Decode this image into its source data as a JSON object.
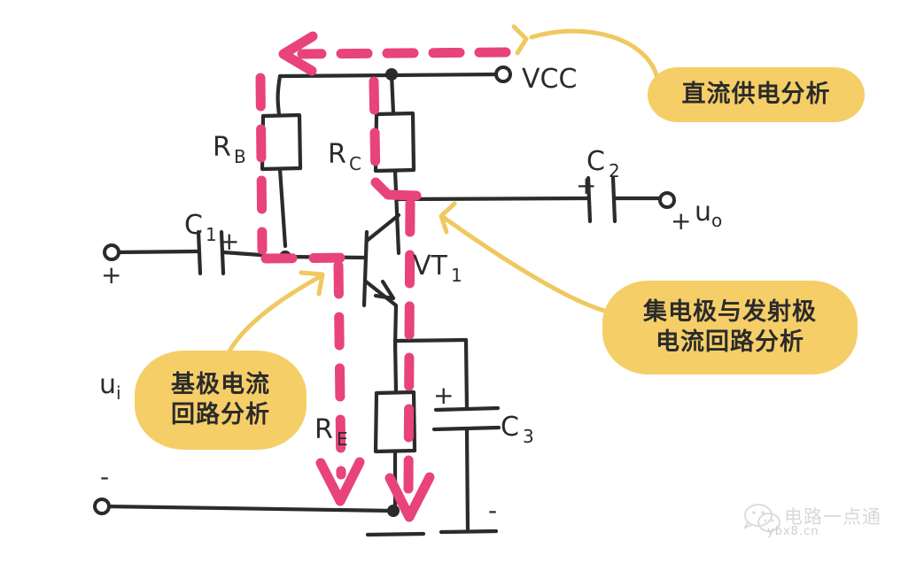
{
  "diagram": {
    "title": "Common-emitter transistor amplifier circuit with DC analysis annotations",
    "background_color": "#ffffff",
    "ink_color": "#2b2b2b",
    "highlight_pink": "#E8437A",
    "highlight_yellow": "#F0C860",
    "bubble_fill": "#F6CE68"
  },
  "components": {
    "rb_label": "R",
    "rb_sub": "B",
    "rc_label": "R",
    "rc_sub": "C",
    "re_label": "R",
    "re_sub": "E",
    "c1_label": "C",
    "c1_sub": "1",
    "c2_label": "C",
    "c2_sub": "2",
    "c3_label": "C",
    "c3_sub": "3",
    "transistor_label": "VT",
    "transistor_sub": "1",
    "vcc_label": "VCC",
    "uo_label": "u",
    "uo_sub": "o",
    "ui_label": "u",
    "ui_sub": "i"
  },
  "polarity": {
    "c1_input_plus": "+",
    "c1_right_plus": "+",
    "c2_left_plus": "+",
    "uo_plus": "+",
    "c3_plus": "+",
    "c3_minus": "-",
    "input_minus": "-"
  },
  "annotations": [
    {
      "id": "dc-supply",
      "text": "直流供电分析",
      "lines": [
        "直流供电分析"
      ],
      "meaning": "DC power supply analysis"
    },
    {
      "id": "collector-emitter",
      "text": "集电极与发射极电流回路分析",
      "lines": [
        "集电极与发射极",
        "电流回路分析"
      ],
      "meaning": "Collector and emitter current loop analysis"
    },
    {
      "id": "base-current",
      "text": "基极电流回路分析",
      "lines": [
        "基极电流",
        "回路分析"
      ],
      "meaning": "Base current loop analysis"
    }
  ],
  "watermark": {
    "text": "电路一点通",
    "url": "ybx8.cn",
    "icon": "wechat-icon"
  }
}
